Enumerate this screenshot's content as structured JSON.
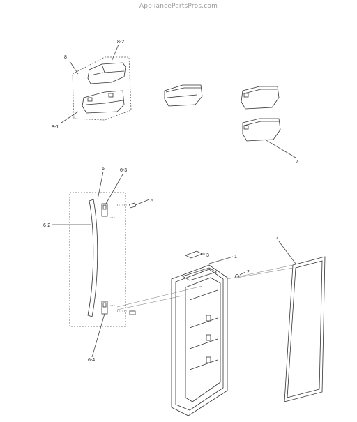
{
  "watermark": "AppliancePartsPros.com",
  "callouts": {
    "c8": "8",
    "c8_2": "8-2",
    "c8_1": "8-1",
    "c7": "7",
    "c6": "6",
    "c6_3": "6-3",
    "c6_2": "6-2",
    "c6_4": "6-4",
    "c5": "5",
    "c4": "4",
    "c3": "3",
    "c2": "2",
    "c1": "1"
  }
}
